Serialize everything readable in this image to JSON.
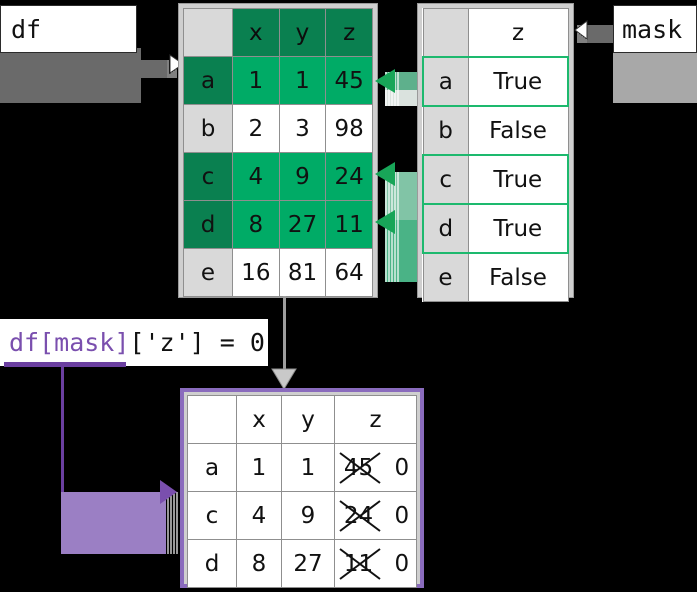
{
  "labels": {
    "df": "df",
    "mask": "mask"
  },
  "code": {
    "expr_highlight": "df[mask]",
    "expr_rest": "['z'] = 0",
    "full": "df[mask]['z'] = 0",
    "highlight_color": "#7a4fae"
  },
  "colors": {
    "green_header": "#0a8050",
    "green_selected": "#00ab66",
    "true_green": "#18a558",
    "false_red": "#e03030",
    "purple": "#8a6bbd",
    "gray_cell": "#d9d9d9"
  },
  "df_table": {
    "columns": [
      "",
      "x",
      "y",
      "z"
    ],
    "rows": [
      {
        "index": "a",
        "x": "1",
        "y": "1",
        "z": "45",
        "selected": true
      },
      {
        "index": "b",
        "x": "2",
        "y": "3",
        "z": "98",
        "selected": false
      },
      {
        "index": "c",
        "x": "4",
        "y": "9",
        "z": "24",
        "selected": true
      },
      {
        "index": "d",
        "x": "8",
        "y": "27",
        "z": "11",
        "selected": true
      },
      {
        "index": "e",
        "x": "16",
        "y": "81",
        "z": "64",
        "selected": false
      }
    ]
  },
  "mask_table": {
    "columns": [
      "",
      "z"
    ],
    "rows": [
      {
        "index": "a",
        "value": "True",
        "bool": true
      },
      {
        "index": "b",
        "value": "False",
        "bool": false
      },
      {
        "index": "c",
        "value": "True",
        "bool": true
      },
      {
        "index": "d",
        "value": "True",
        "bool": true
      },
      {
        "index": "e",
        "value": "False",
        "bool": false
      }
    ]
  },
  "result_table": {
    "columns": [
      "",
      "x",
      "y",
      "z"
    ],
    "rows": [
      {
        "index": "a",
        "x": "1",
        "y": "1",
        "z_old": "45",
        "z_new": "0"
      },
      {
        "index": "c",
        "x": "4",
        "y": "9",
        "z_old": "24",
        "z_new": "0"
      },
      {
        "index": "d",
        "x": "8",
        "y": "27",
        "z_old": "11",
        "z_new": "0"
      }
    ]
  }
}
